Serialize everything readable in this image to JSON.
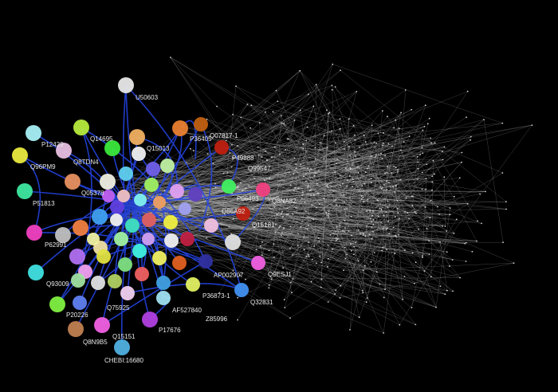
{
  "graph": {
    "background": "#000000",
    "cluster_edge_color": "#2040e0",
    "hairball_edge_color": "#bdbdbd",
    "labels": [
      "U50603",
      "P12429",
      "Q14695",
      "Q96PM9",
      "Q8TDN4",
      "P51813",
      "Q05378",
      "P62991",
      "Q15013",
      "P36405",
      "Q07817-1",
      "P49888",
      "Q99547",
      "Q86A92",
      "Q15181",
      "P06493",
      "Q8NA82",
      "Q15151",
      "P36873-1",
      "Q32831",
      "AF527840",
      "Z85996",
      "P17676",
      "Q8N9B5",
      "CHEBI:16680",
      "P20226",
      "Q93009",
      "Q75925",
      "Q9ESJ1",
      "AP002907"
    ]
  }
}
